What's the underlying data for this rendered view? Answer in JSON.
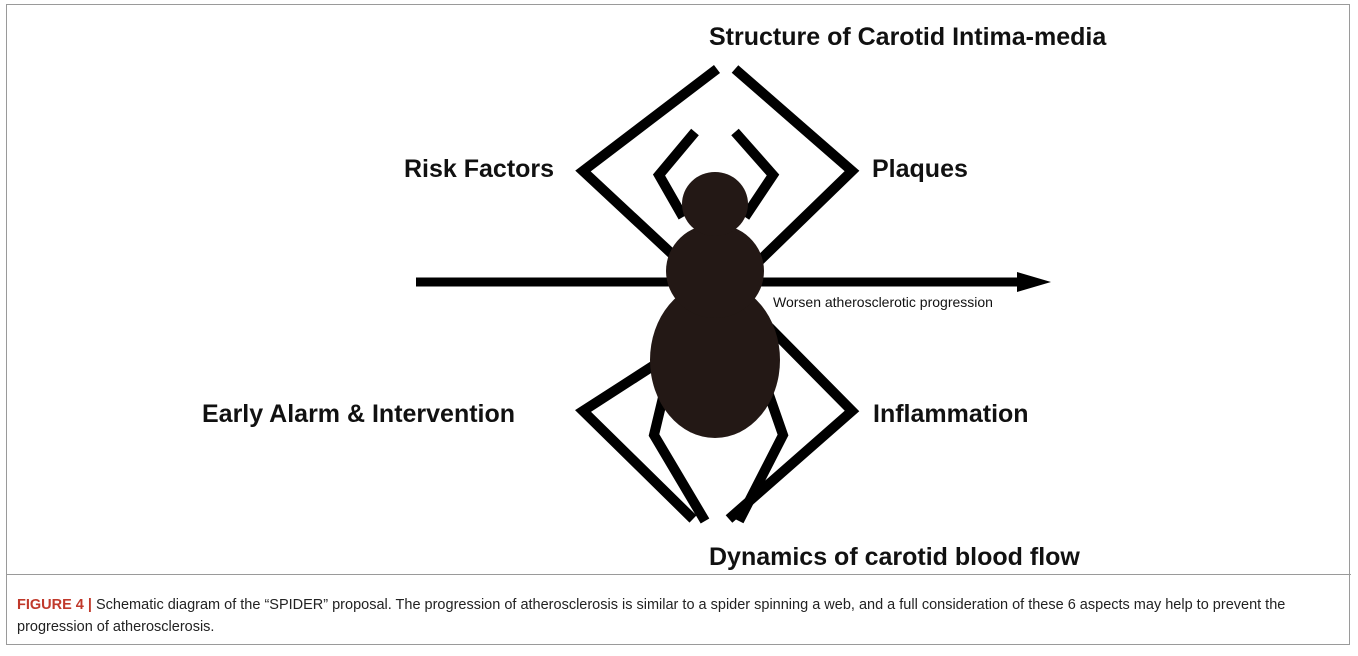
{
  "diagram": {
    "labels": {
      "top": "Structure of Carotid Intima-media",
      "upper_left": "Risk Factors",
      "upper_right": "Plaques",
      "lower_left": "Early Alarm & Intervention",
      "lower_right": "Inflammation",
      "bottom": "Dynamics of carotid blood flow"
    },
    "arrow_label": "Worsen atherosclerotic progression",
    "colors": {
      "spider_body": "#231815",
      "lines": "#000000",
      "caption_accent": "#c0392b"
    }
  },
  "caption": {
    "figure_label": "FIGURE 4 |",
    "text": " Schematic diagram of the “SPIDER” proposal. The progression of atherosclerosis is similar to a spider spinning a web, and a full consideration of these 6 aspects may help to prevent the progression of atherosclerosis."
  }
}
